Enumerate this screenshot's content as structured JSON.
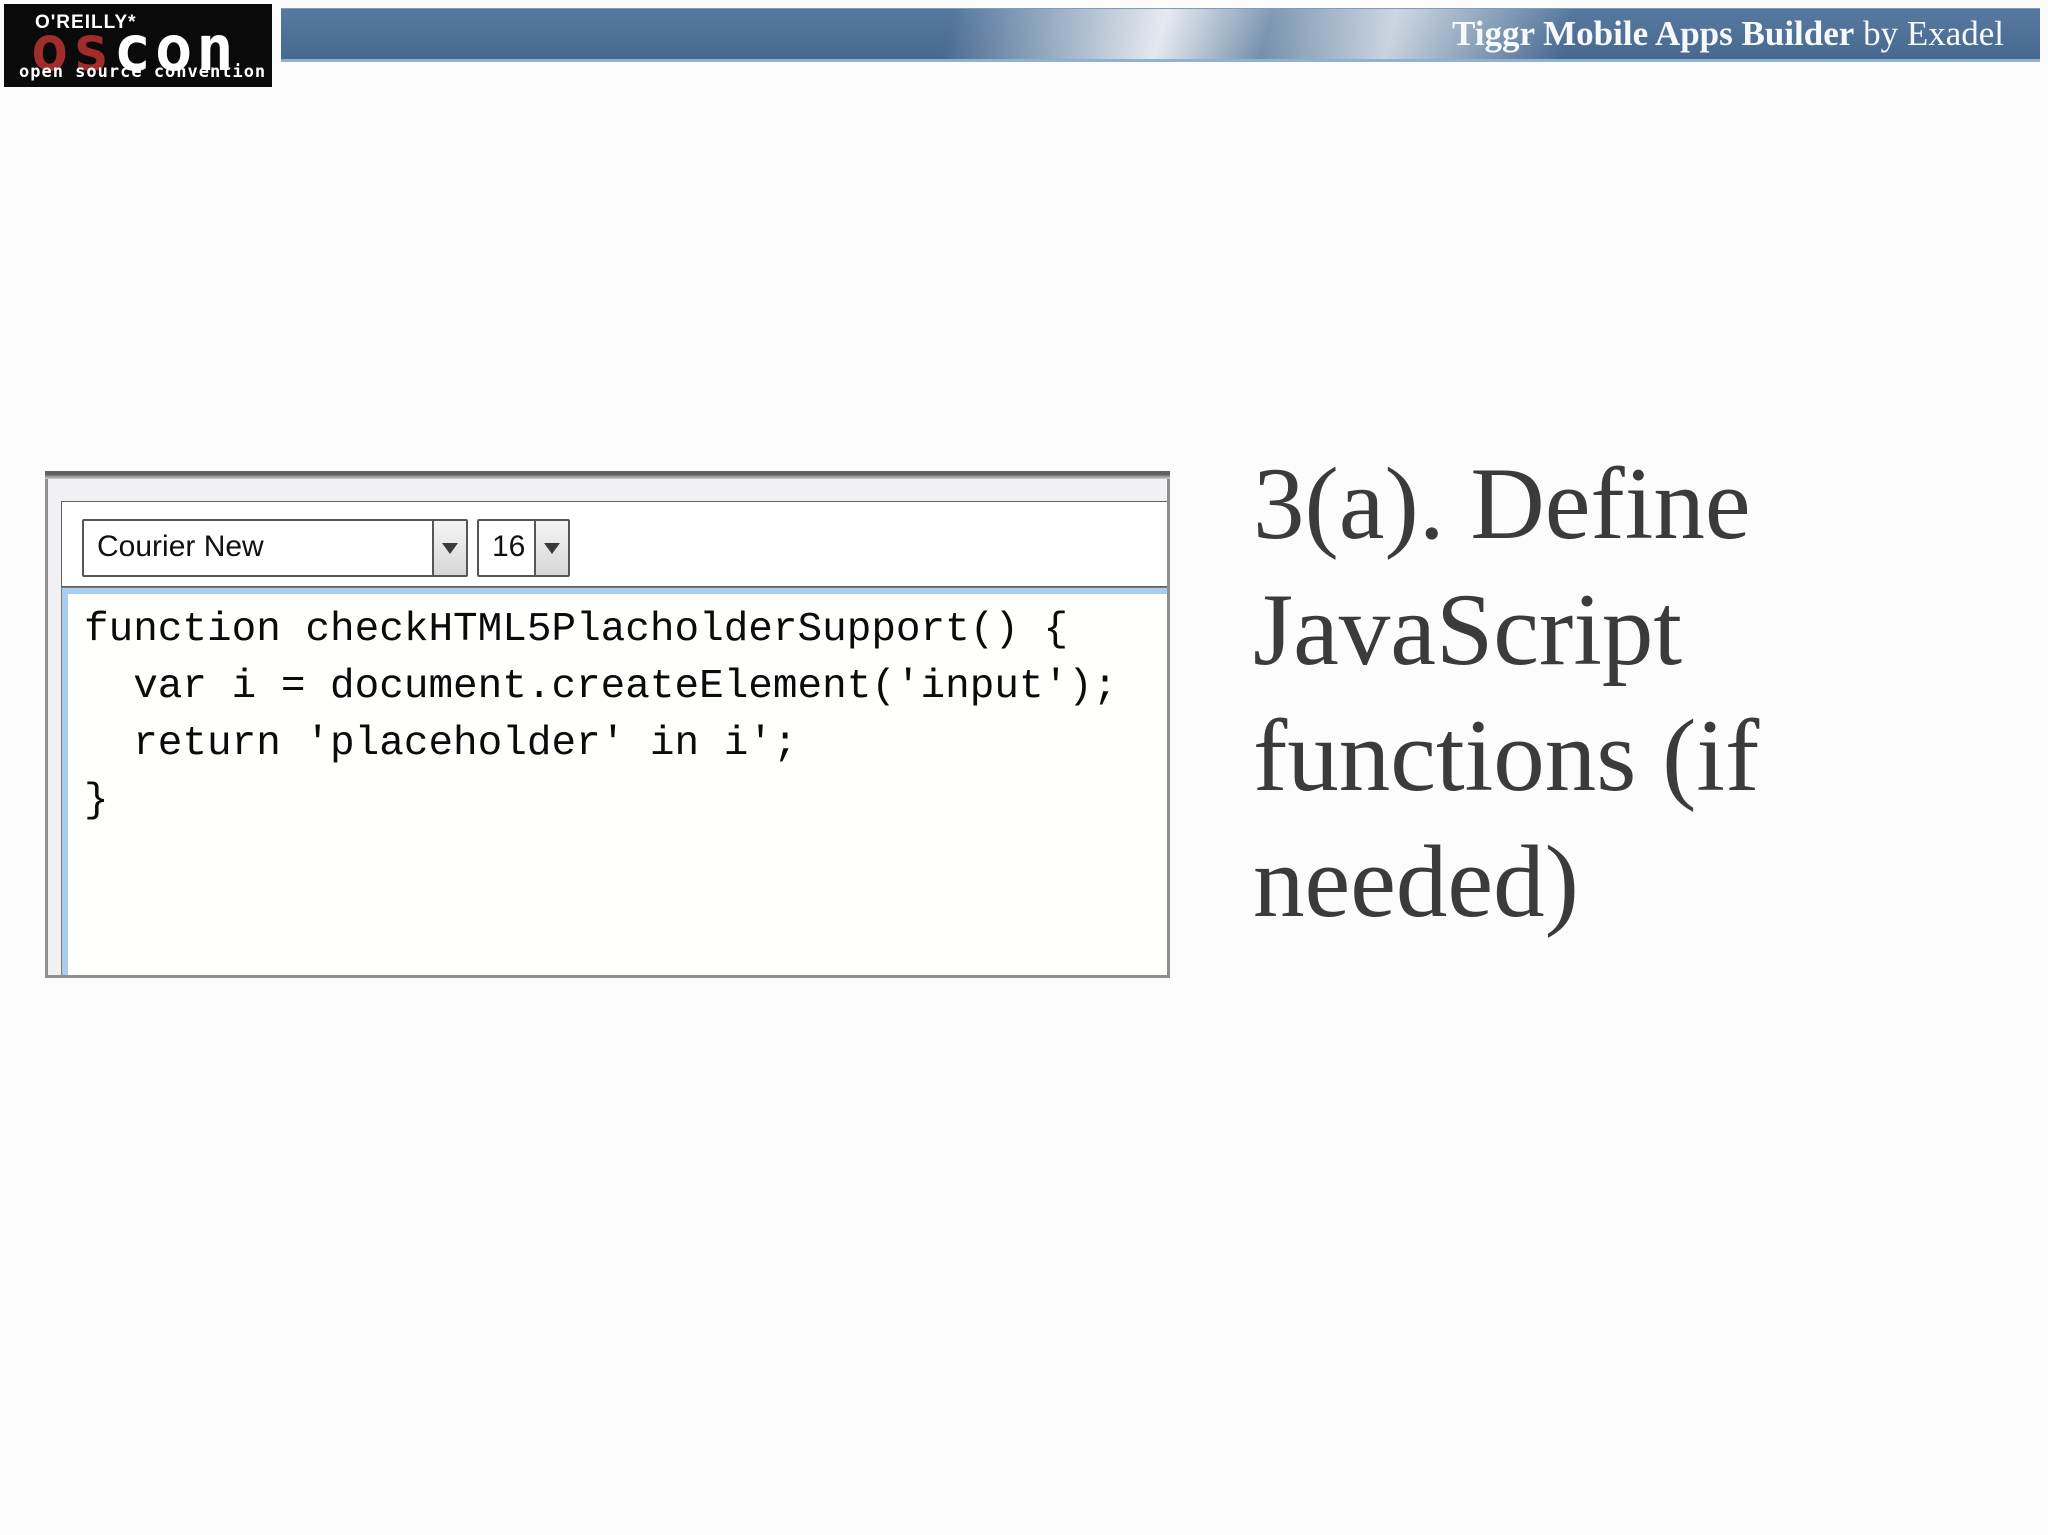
{
  "logo": {
    "brand": "O'REILLY*",
    "name_left": "os",
    "name_right": "con",
    "tagline": "open source convention",
    "red": "#a02c2c",
    "bg": "#0a0a0a"
  },
  "header_bar": {
    "title_bold": "Tiggr Mobile Apps Builder",
    "title_rest": " by Exadel",
    "bg_top": "#57799f",
    "bg_bottom": "#476990",
    "text_color": "#f6fafd"
  },
  "editor": {
    "font_combo": {
      "value": "Courier New"
    },
    "size_combo": {
      "value": "16"
    },
    "code_lines": [
      "function checkHTML5PlacholderSupport() {",
      "  var i = document.createElement('input');",
      "  return 'placeholder' in i';",
      "}"
    ],
    "accent_border": "#a9cdee",
    "panel_border": "#8f8f8f"
  },
  "slide": {
    "title_lines": [
      "3(a). Define",
      "JavaScript",
      "functions (if",
      "needed)"
    ],
    "title_color": "#3b3b3d",
    "background": "#fcfcfc"
  }
}
